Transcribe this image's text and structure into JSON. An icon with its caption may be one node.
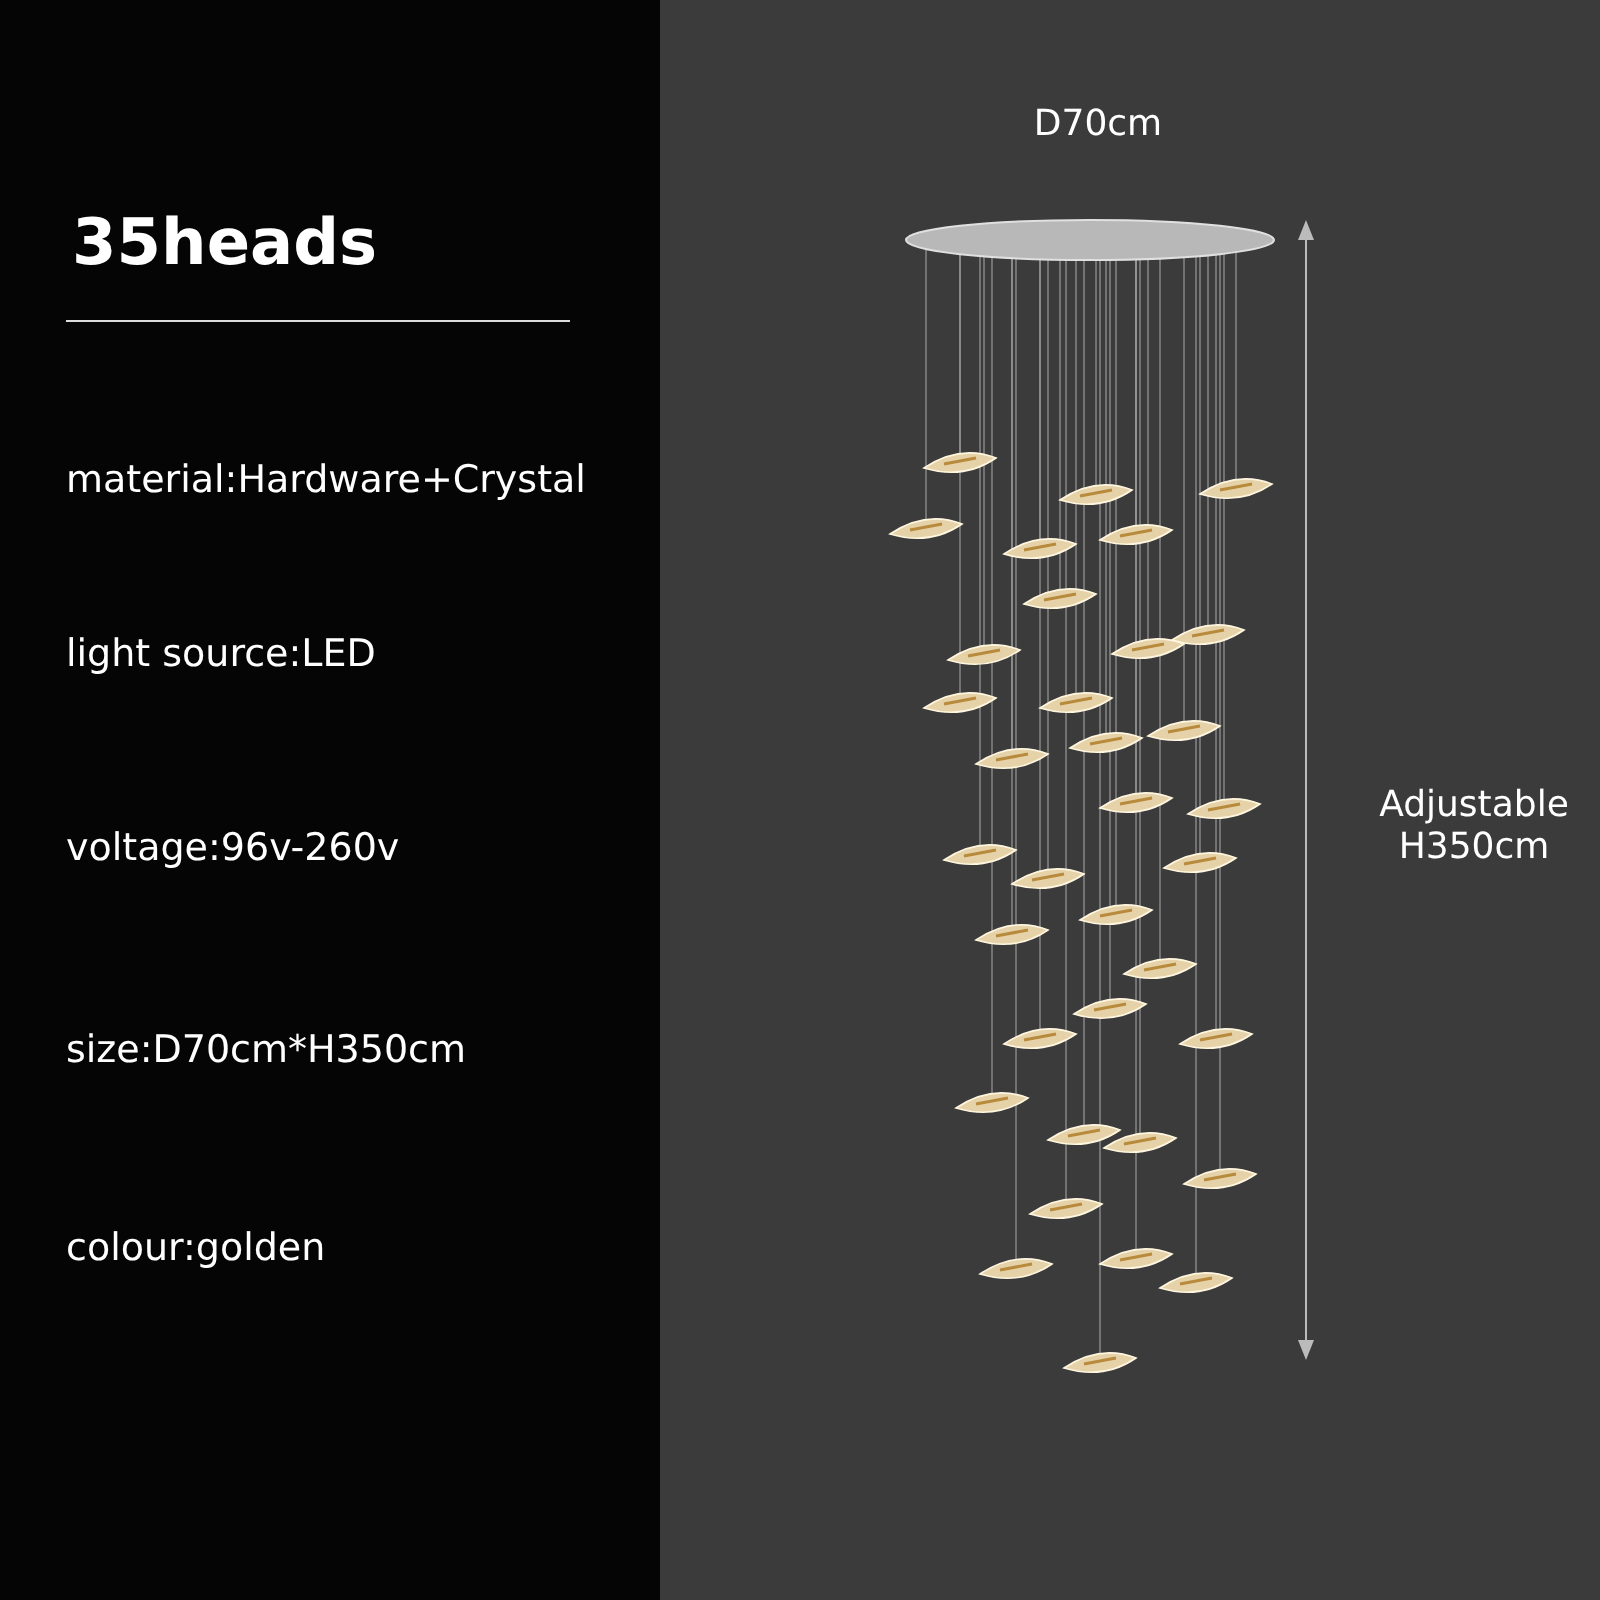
{
  "diagram": {
    "title": "35heads",
    "labels": [
      "material:Hardware+Crystal",
      "light source:LED",
      "voltage:96v-260v",
      "size:D70cm*H350cm",
      "colour:golden",
      "D70cm",
      "Adjustable H350cm"
    ]
  }
}
